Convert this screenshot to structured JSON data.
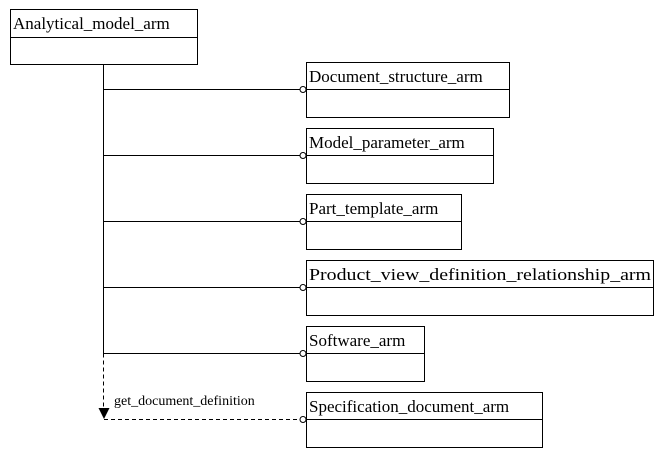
{
  "diagram": {
    "root": {
      "title": "Analytical_model_arm"
    },
    "modules": [
      {
        "title": "Document_structure_arm",
        "link": "solid"
      },
      {
        "title": "Model_parameter_arm",
        "link": "solid"
      },
      {
        "title": "Part_template_arm",
        "link": "solid"
      },
      {
        "title": "Product_view_definition_relationship_arm",
        "link": "solid"
      },
      {
        "title": "Software_arm",
        "link": "solid"
      },
      {
        "title": "Specification_document_arm",
        "link": "dashed",
        "label": "get_document_definition"
      }
    ]
  },
  "colors": {
    "line": "#000000",
    "box_border": "#000000",
    "background": "#ffffff"
  }
}
